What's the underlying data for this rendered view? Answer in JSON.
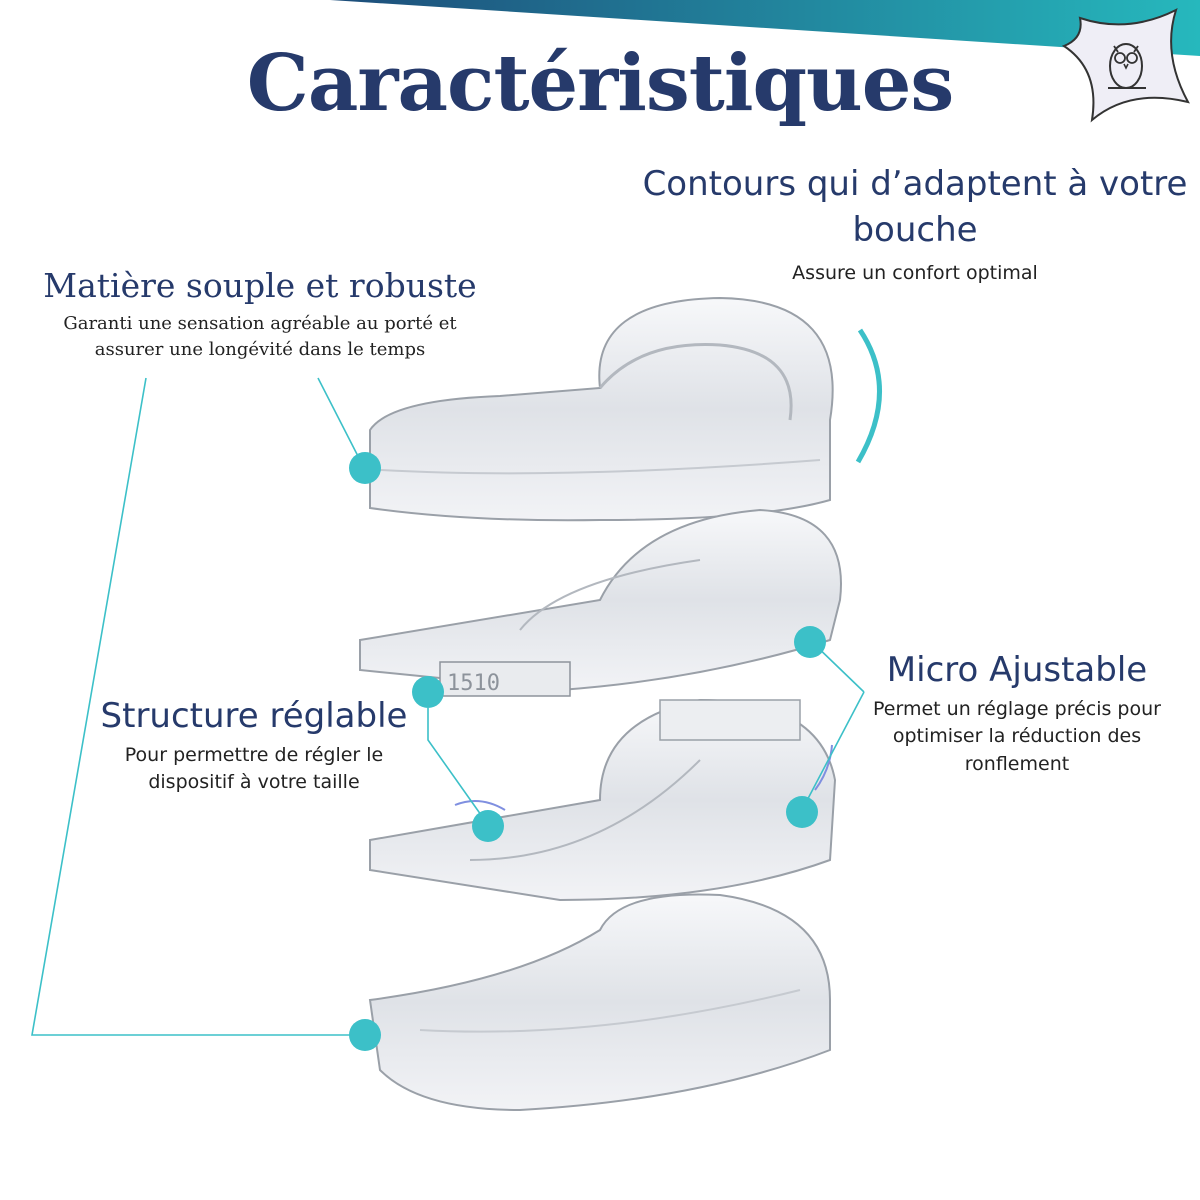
{
  "header": {
    "title": "Caractéristiques"
  },
  "features": {
    "contours": {
      "title": "Contours qui d’adaptent à votre bouche",
      "desc": "Assure un confort optimal"
    },
    "matiere": {
      "title": "Matière souple et robuste",
      "desc": "Garanti une sensation agréable au porté et assurer une longévité dans le temps"
    },
    "micro": {
      "title": "Micro Ajustable",
      "desc": "Permet un réglage précis pour optimiser la réduction des ronflement"
    },
    "structure": {
      "title": "Structure réglable",
      "desc": "Pour permettre de régler le dispositif à votre taille"
    }
  },
  "colors": {
    "navy": "#263a6b",
    "teal": "#3cc0c8",
    "gradient_dark": "#1d4d7a",
    "gradient_light": "#26b8bd"
  },
  "icons": {
    "logo": "owl-pillow-icon",
    "hotspot": "teal-dot-icon"
  }
}
